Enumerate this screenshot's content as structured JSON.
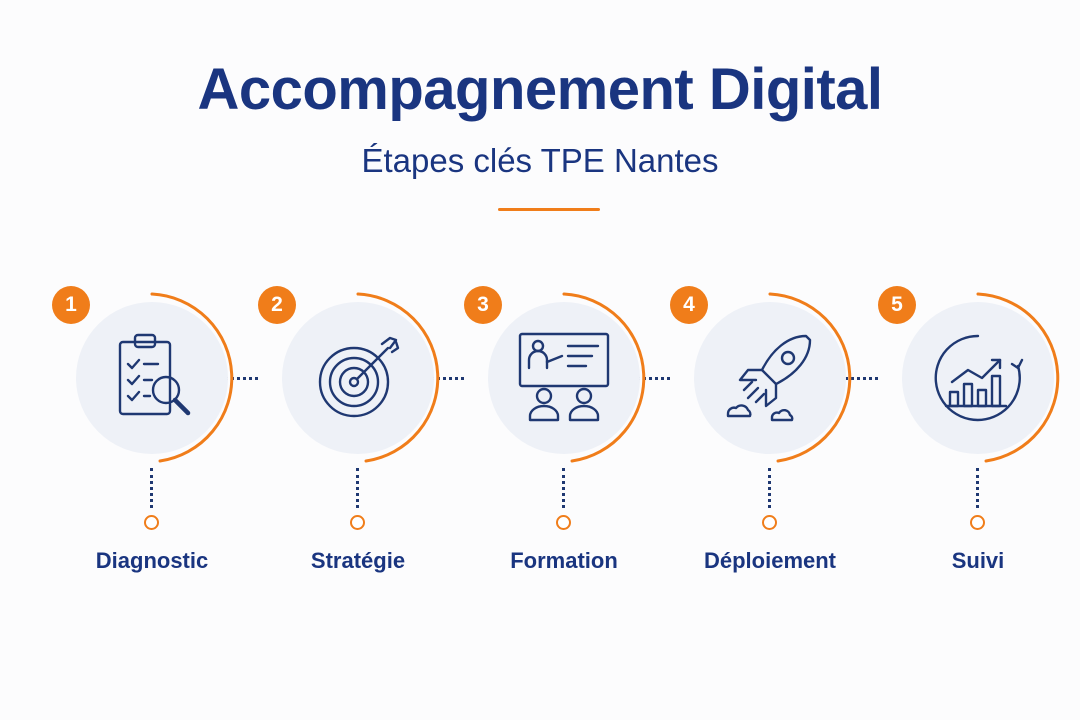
{
  "title": "Accompagnement Digital",
  "subtitle": "Étapes clés TPE Nantes",
  "colors": {
    "primary": "#1a3580",
    "accent": "#f07d1a",
    "disc": "#eef1f7"
  },
  "steps": [
    {
      "number": "1",
      "label": "Diagnostic",
      "icon": "clipboard-magnifier-icon"
    },
    {
      "number": "2",
      "label": "Stratégie",
      "icon": "target-arrow-icon"
    },
    {
      "number": "3",
      "label": "Formation",
      "icon": "presentation-board-icon"
    },
    {
      "number": "4",
      "label": "Déploiement",
      "icon": "rocket-icon"
    },
    {
      "number": "5",
      "label": "Suivi",
      "icon": "growth-chart-icon"
    }
  ]
}
